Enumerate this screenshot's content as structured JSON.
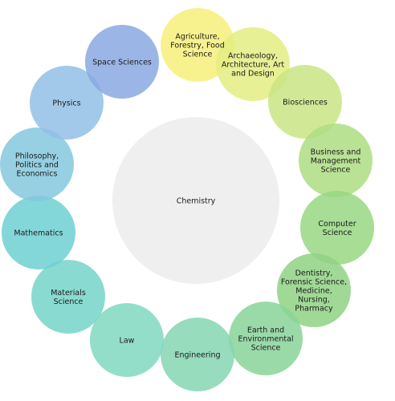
{
  "center": {
    "label": "Chemistry",
    "color": "#efefef"
  },
  "subjects": [
    {
      "lines": [
        "Agriculture,",
        "Forestry, Food",
        "Science"
      ],
      "color": "#f7f07a"
    },
    {
      "lines": [
        "Archaeology,",
        "Architecture, Art",
        "and Design"
      ],
      "color": "#e3ed82"
    },
    {
      "lines": [
        "Biosciences"
      ],
      "color": "#c9e584"
    },
    {
      "lines": [
        "Business and",
        "Management",
        "Science"
      ],
      "color": "#aedd83"
    },
    {
      "lines": [
        "Computer",
        "Science"
      ],
      "color": "#98d782"
    },
    {
      "lines": [
        "Dentistry,",
        "Forensic Science,",
        "Medicine,",
        "Nursing,",
        "Pharmacy"
      ],
      "color": "#8fd284"
    },
    {
      "lines": [
        "Earth and",
        "Environmental",
        "Science"
      ],
      "color": "#88d39a"
    },
    {
      "lines": [
        "Engineering"
      ],
      "color": "#84d6b2"
    },
    {
      "lines": [
        "Law"
      ],
      "color": "#80d8bf"
    },
    {
      "lines": [
        "Materials",
        "Science"
      ],
      "color": "#74d5c9"
    },
    {
      "lines": [
        "Mathematics"
      ],
      "color": "#6dd0d2"
    },
    {
      "lines": [
        "Philosophy,",
        "Politics and",
        "Economics"
      ],
      "color": "#84c8dd"
    },
    {
      "lines": [
        "Physics"
      ],
      "color": "#93c0e6"
    },
    {
      "lines": [
        "Space Sciences"
      ],
      "color": "#8aa9e2"
    }
  ]
}
